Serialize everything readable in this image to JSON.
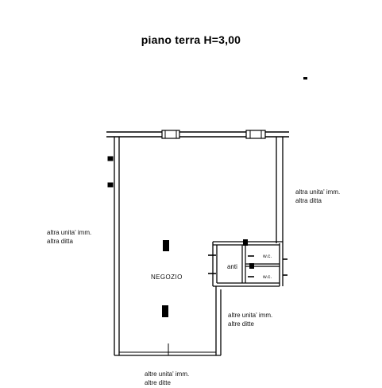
{
  "title": "piano terra H=3,00",
  "rooms": {
    "shop": "NEGOZIO",
    "antechamber": "anti",
    "wc_top": "w.c.",
    "wc_bottom": "w.c."
  },
  "neighbors": {
    "right_top": [
      "altra unita' imm.",
      "altra ditta"
    ],
    "left": [
      "altra unita' imm.",
      "altra ditta"
    ],
    "right_bottom": [
      "altre unita' imm.",
      "altre ditte"
    ],
    "bottom": [
      "altre unita' imm.",
      "altre ditte"
    ]
  }
}
